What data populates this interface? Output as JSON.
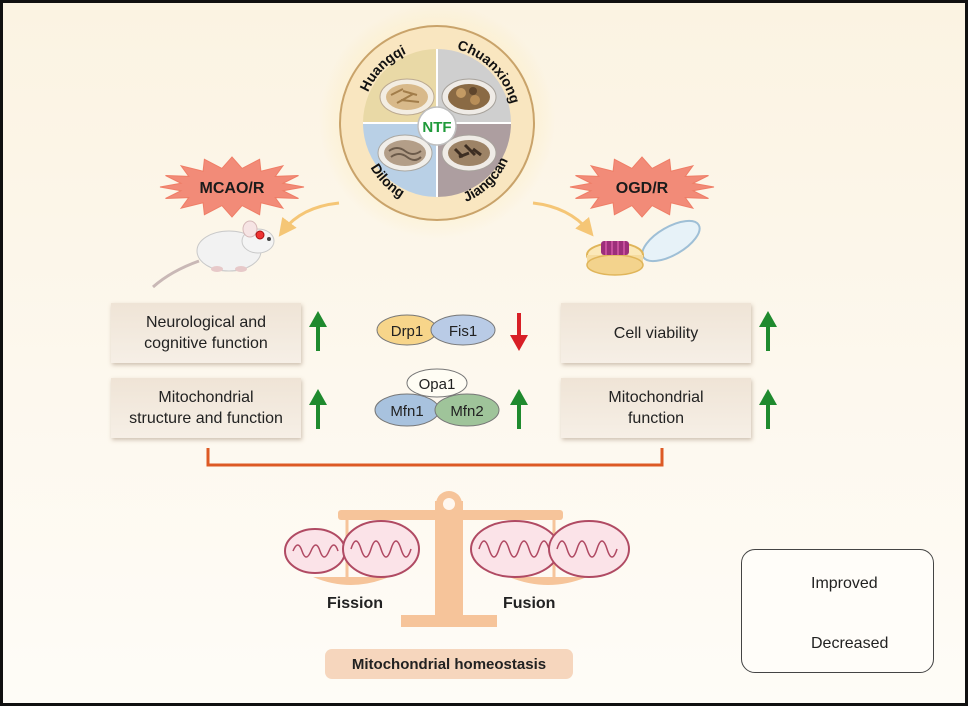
{
  "herbs": {
    "center": "NTF",
    "top_left": "Huangqi",
    "top_right": "Chuanxiong",
    "bottom_left": "Dilong",
    "bottom_right": "Jiangcan"
  },
  "models": {
    "in_vivo": "MCAO/R",
    "in_vitro": "OGD/R"
  },
  "left_outcomes": [
    {
      "line1": "Neurological and",
      "line2": "cognitive function",
      "trend": "Improved"
    },
    {
      "line1": "Mitochondrial",
      "line2": "structure and function",
      "trend": "Improved"
    }
  ],
  "right_outcomes": [
    {
      "line1": "Cell viability",
      "line2": "",
      "trend": "Improved"
    },
    {
      "line1": "Mitochondrial",
      "line2": "function",
      "trend": "Improved"
    }
  ],
  "fission_proteins": {
    "a": "Drp1",
    "b": "Fis1",
    "trend": "Decreased"
  },
  "fusion_proteins": {
    "a": "Opa1",
    "b": "Mfn1",
    "c": "Mfn2",
    "trend": "Improved"
  },
  "balance": {
    "left": "Fission",
    "right": "Fusion",
    "caption": "Mitochondrial homeostasis"
  },
  "legend": {
    "up": "Improved",
    "down": "Decreased"
  },
  "colors": {
    "up_arrow": "#1f8a2e",
    "down_arrow": "#d81f26",
    "connector": "#dd5a25",
    "burst": "#f28b78"
  }
}
